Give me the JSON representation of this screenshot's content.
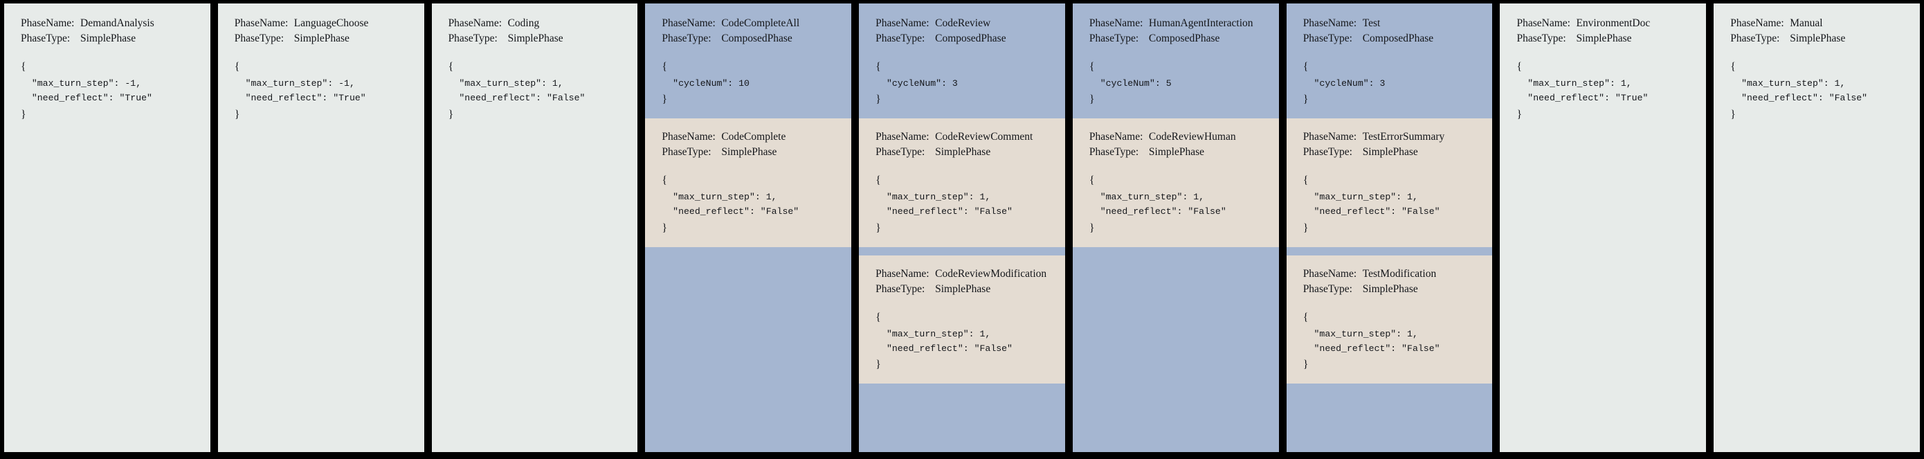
{
  "theme": {
    "background": "#000000",
    "simple_phase_bg": "#e7ebe9",
    "composed_phase_bg": "#a5b6d1",
    "sub_phase_bg": "#e4dcd2",
    "text": "#14161a"
  },
  "labels": {
    "phase_name_key": "PhaseName:",
    "phase_type_key": "PhaseType:",
    "open_brace": "{",
    "close_brace": "}"
  },
  "columns": [
    {
      "name": "DemandAnalysis",
      "type": "SimplePhase",
      "kind": "simple",
      "config_lines": [
        "  \"max_turn_step\": -1,",
        "  \"need_reflect\": \"True\""
      ],
      "config": {
        "max_turn_step": -1,
        "need_reflect": "True"
      },
      "children": []
    },
    {
      "name": "LanguageChoose",
      "type": "SimplePhase",
      "kind": "simple",
      "config_lines": [
        "  \"max_turn_step\": -1,",
        "  \"need_reflect\": \"True\""
      ],
      "config": {
        "max_turn_step": -1,
        "need_reflect": "True"
      },
      "children": []
    },
    {
      "name": "Coding",
      "type": "SimplePhase",
      "kind": "simple",
      "config_lines": [
        "  \"max_turn_step\": 1,",
        "  \"need_reflect\": \"False\""
      ],
      "config": {
        "max_turn_step": 1,
        "need_reflect": "False"
      },
      "children": []
    },
    {
      "name": "CodeCompleteAll",
      "type": "ComposedPhase",
      "kind": "composed",
      "config_lines": [
        "  \"cycleNum\": 10"
      ],
      "config": {
        "cycleNum": 10
      },
      "children": [
        {
          "name": "CodeComplete",
          "type": "SimplePhase",
          "config_lines": [
            "  \"max_turn_step\": 1,",
            "  \"need_reflect\": \"False\""
          ],
          "config": {
            "max_turn_step": 1,
            "need_reflect": "False"
          }
        }
      ]
    },
    {
      "name": "CodeReview",
      "type": "ComposedPhase",
      "kind": "composed",
      "config_lines": [
        "  \"cycleNum\": 3"
      ],
      "config": {
        "cycleNum": 3
      },
      "children": [
        {
          "name": "CodeReviewComment",
          "type": "SimplePhase",
          "config_lines": [
            "  \"max_turn_step\": 1,",
            "  \"need_reflect\": \"False\""
          ],
          "config": {
            "max_turn_step": 1,
            "need_reflect": "False"
          }
        },
        {
          "name": "CodeReviewModification",
          "type": "SimplePhase",
          "config_lines": [
            "  \"max_turn_step\": 1,",
            "  \"need_reflect\": \"False\""
          ],
          "config": {
            "max_turn_step": 1,
            "need_reflect": "False"
          }
        }
      ]
    },
    {
      "name": "HumanAgentInteraction",
      "type": "ComposedPhase",
      "kind": "composed",
      "config_lines": [
        "  \"cycleNum\": 5"
      ],
      "config": {
        "cycleNum": 5
      },
      "children": [
        {
          "name": "CodeReviewHuman",
          "type": "SimplePhase",
          "config_lines": [
            "  \"max_turn_step\": 1,",
            "  \"need_reflect\": \"False\""
          ],
          "config": {
            "max_turn_step": 1,
            "need_reflect": "False"
          }
        }
      ]
    },
    {
      "name": "Test",
      "type": "ComposedPhase",
      "kind": "composed",
      "config_lines": [
        "  \"cycleNum\": 3"
      ],
      "config": {
        "cycleNum": 3
      },
      "children": [
        {
          "name": "TestErrorSummary",
          "type": "SimplePhase",
          "config_lines": [
            "  \"max_turn_step\": 1,",
            "  \"need_reflect\": \"False\""
          ],
          "config": {
            "max_turn_step": 1,
            "need_reflect": "False"
          }
        },
        {
          "name": "TestModification",
          "type": "SimplePhase",
          "config_lines": [
            "  \"max_turn_step\": 1,",
            "  \"need_reflect\": \"False\""
          ],
          "config": {
            "max_turn_step": 1,
            "need_reflect": "False"
          }
        }
      ]
    },
    {
      "name": "EnvironmentDoc",
      "type": "SimplePhase",
      "kind": "simple",
      "config_lines": [
        "  \"max_turn_step\": 1,",
        "  \"need_reflect\": \"True\""
      ],
      "config": {
        "max_turn_step": 1,
        "need_reflect": "True"
      },
      "children": []
    },
    {
      "name": "Manual",
      "type": "SimplePhase",
      "kind": "simple",
      "config_lines": [
        "  \"max_turn_step\": 1,",
        "  \"need_reflect\": \"False\""
      ],
      "config": {
        "max_turn_step": 1,
        "need_reflect": "False"
      },
      "children": []
    }
  ]
}
